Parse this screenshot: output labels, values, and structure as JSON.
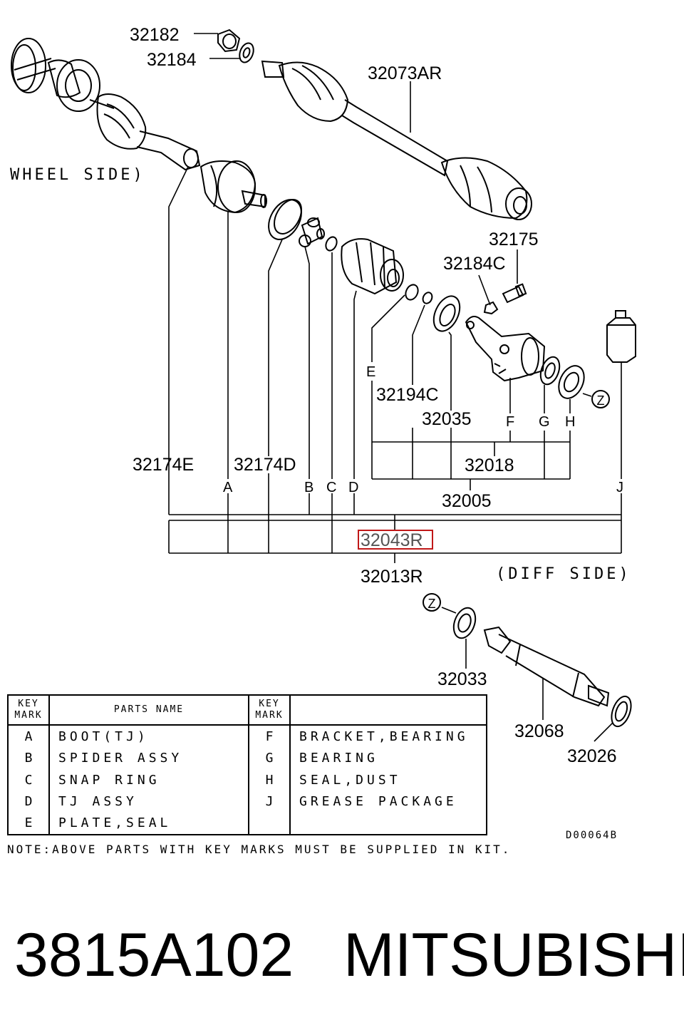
{
  "diagram": {
    "side_labels": {
      "wheel_side": "WHEEL SIDE)",
      "diff_side": "(DIFF SIDE)"
    },
    "part_numbers": {
      "p32182": "32182",
      "p32184": "32184",
      "p32073AR": "32073AR",
      "p32175": "32175",
      "p32184C": "32184C",
      "p32194C": "32194C",
      "p32035": "32035",
      "p32174E": "32174E",
      "p32174D": "32174D",
      "p32018": "32018",
      "p32005": "32005",
      "p32043R": "32043R",
      "p32013R": "32013R",
      "p32033": "32033",
      "p32068": "32068",
      "p32026": "32026"
    },
    "key_marks": [
      "A",
      "B",
      "C",
      "D",
      "E",
      "F",
      "G",
      "H",
      "J"
    ],
    "z_mark": "Z",
    "highlight_color": "#c01818"
  },
  "legend": {
    "header_key_mark": [
      "KEY",
      "MARK"
    ],
    "header_parts_name": "PARTS NAME",
    "rows_left": [
      {
        "key": "A",
        "name": "BOOT(TJ)"
      },
      {
        "key": "B",
        "name": "SPIDER ASSY"
      },
      {
        "key": "C",
        "name": "SNAP RING"
      },
      {
        "key": "D",
        "name": "TJ ASSY"
      },
      {
        "key": "E",
        "name": "PLATE,SEAL"
      }
    ],
    "rows_right": [
      {
        "key": "F",
        "name": "BRACKET,BEARING"
      },
      {
        "key": "G",
        "name": "BEARING"
      },
      {
        "key": "H",
        "name": "SEAL,DUST"
      },
      {
        "key": "J",
        "name": "GREASE PACKAGE"
      },
      {
        "key": "",
        "name": ""
      }
    ]
  },
  "note": "NOTE:ABOVE PARTS WITH KEY MARKS MUST BE SUPPLIED IN KIT.",
  "doc_id": "D00064B",
  "footer": {
    "part_number": "3815A102",
    "brand": "MITSUBISHI"
  }
}
